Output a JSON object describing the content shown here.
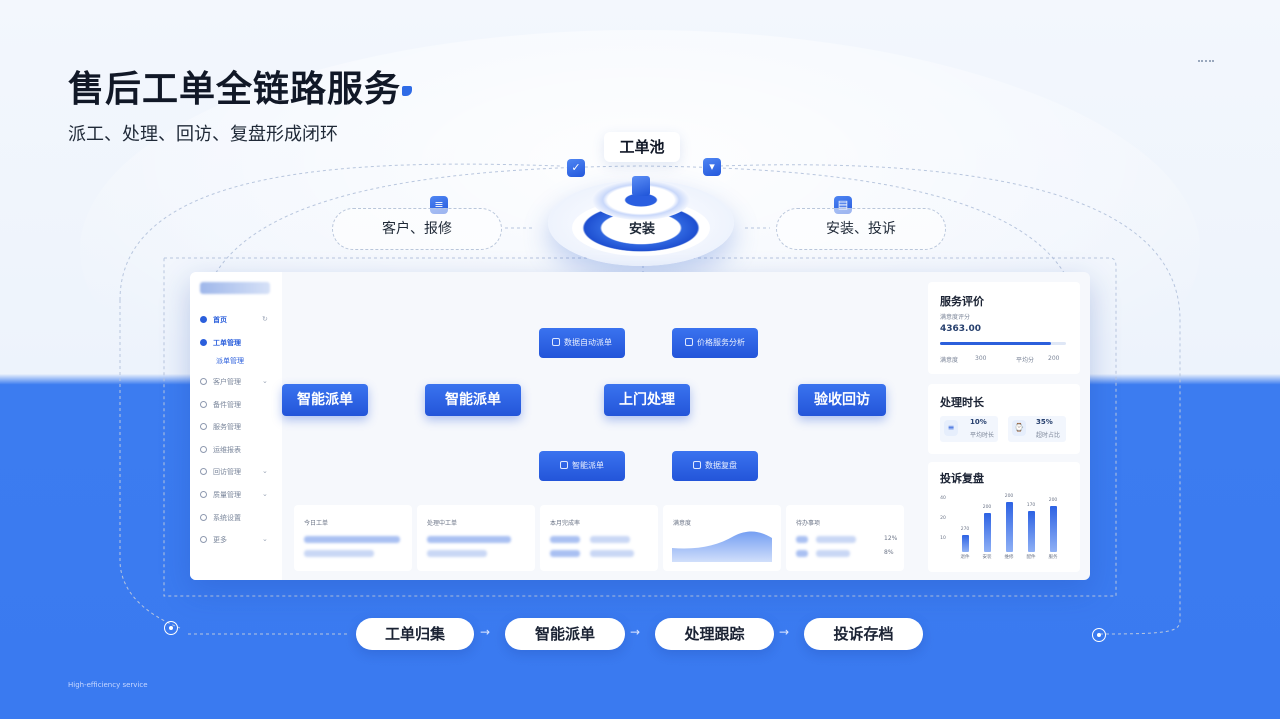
{
  "header": {
    "title": "售后工单全链路服务",
    "subtitle": "派工、处理、回访、复盘形成闭环"
  },
  "top": {
    "pool_label": "工单池",
    "pool_center": "安装",
    "left_pill": "客户、报修",
    "right_pill": "安装、投诉"
  },
  "sidebar": {
    "items": [
      {
        "label": "首页"
      },
      {
        "label": "工单管理"
      },
      {
        "label": "派单管理"
      },
      {
        "label": "客户管理"
      },
      {
        "label": "备件管理"
      },
      {
        "label": "服务管理"
      },
      {
        "label": "运维报表"
      },
      {
        "label": "回访管理"
      },
      {
        "label": "质量管理"
      },
      {
        "label": "系统设置"
      },
      {
        "label": "更多"
      }
    ]
  },
  "flow": {
    "left": "智能派单",
    "main": [
      "智能派单",
      "上门处理",
      "验收回访"
    ],
    "upper": [
      "数据自动派单",
      "价格服务分析"
    ],
    "lower": [
      "智能派单",
      "数据复盘"
    ]
  },
  "stats": {
    "labels": [
      "今日工单",
      "处理中工单",
      "本月完成率",
      "满意度",
      "待办事项"
    ],
    "right_values": [
      "12%",
      "8%"
    ]
  },
  "service_eval": {
    "title": "服务评价",
    "small": "满意度评分",
    "value": "4363.00",
    "low_label": "满意度",
    "low_value": "300",
    "mid_label": "平均分",
    "right_value": "200"
  },
  "process_time": {
    "title": "处理时长",
    "item1_value": "10%",
    "item1_label": "平均时长",
    "item2_value": "35%",
    "item2_label": "超时占比"
  },
  "complaint": {
    "title": "投诉复盘",
    "y_ticks": [
      "40",
      "20",
      "10"
    ],
    "categories": [
      "退件",
      "安装",
      "维修",
      "配件",
      "服务"
    ],
    "values": [
      12,
      28,
      36,
      29,
      33
    ],
    "value_labels": [
      "270",
      "200",
      "200",
      "170",
      "200"
    ]
  },
  "bottom_steps": [
    "工单归集",
    "智能派单",
    "处理跟踪",
    "投诉存档"
  ],
  "footer": "High-efficiency service"
}
